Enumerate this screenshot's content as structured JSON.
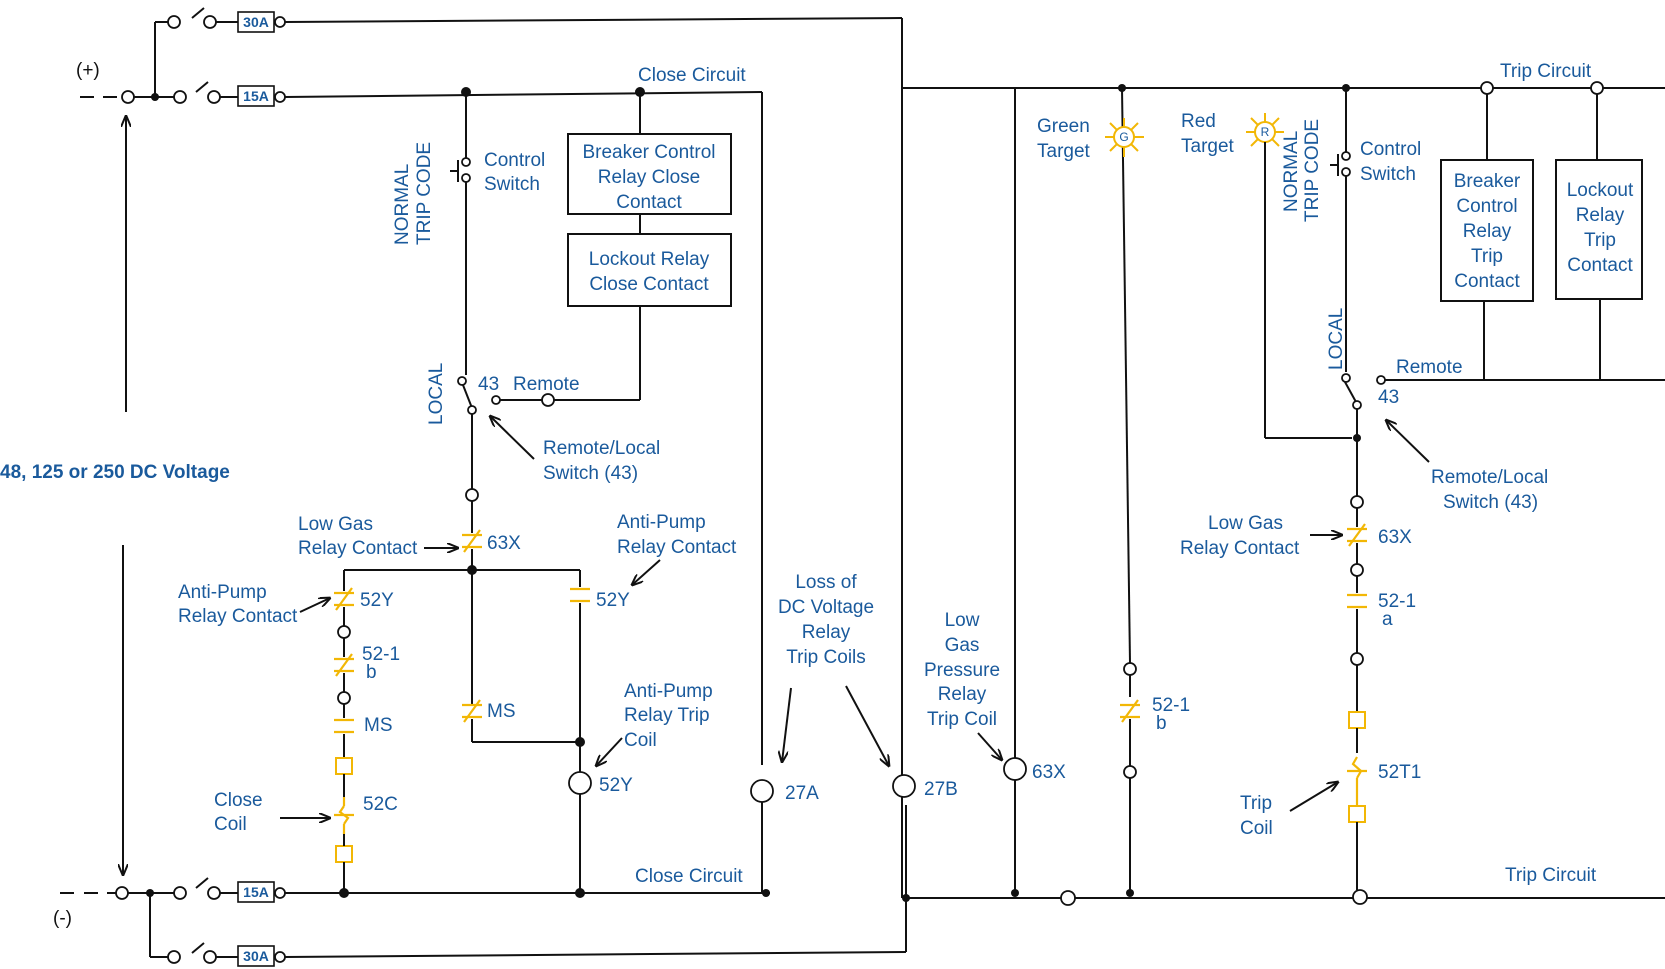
{
  "supply": {
    "plus": "(+)",
    "minus": "(-)",
    "voltage": "48, 125 or 250 DC Voltage",
    "fuse_30a": "30A",
    "fuse_15a": "15A"
  },
  "close_side": {
    "circuit_top": "Close Circuit",
    "circuit_bottom": "Close Circuit",
    "mode_normal": "NORMAL",
    "mode_trip_code": "TRIP CODE",
    "control_switch": [
      "Control",
      "Switch"
    ],
    "breaker_ctrl_close": [
      "Breaker Control",
      "Relay Close",
      "Contact"
    ],
    "lockout_close": [
      "Lockout Relay",
      "Close Contact"
    ],
    "local": "LOCAL",
    "n43": "43",
    "remote": "Remote",
    "remote_local": [
      "Remote/Local",
      "Switch (43)"
    ],
    "low_gas": [
      "Low Gas",
      "Relay Contact"
    ],
    "c63x": "63X",
    "anti_pump_left": [
      "Anti-Pump",
      "Relay Contact"
    ],
    "anti_pump_right": [
      "Anti-Pump",
      "Relay Contact"
    ],
    "c52y_left": "52Y",
    "c52y_right": "52Y",
    "c52_1": "52-1",
    "c52_1_sub": "b",
    "ms_left": "MS",
    "ms_mid": "MS",
    "close_coil": [
      "Close",
      "Coil"
    ],
    "c52c": "52C",
    "anti_pump_trip": [
      "Anti-Pump",
      "Relay Trip",
      "Coil"
    ],
    "coil_52y": "52Y"
  },
  "center": {
    "loss_dc": [
      "Loss of",
      "DC Voltage",
      "Relay",
      "Trip Coils"
    ],
    "coil_27a": "27A",
    "coil_27b": "27B",
    "low_gas_pressure": [
      "Low",
      "Gas",
      "Pressure",
      "Relay",
      "Trip Coil"
    ],
    "coil_63x": "63X"
  },
  "trip_side": {
    "circuit_top": "Trip Circuit",
    "circuit_bottom": "Trip Circuit",
    "green_target": [
      "Green",
      "Target"
    ],
    "green_letter": "G",
    "red_target": [
      "Red",
      "Target"
    ],
    "red_letter": "R",
    "c52_1": "52-1",
    "c52_1_sub": "b",
    "mode_normal": "NORMAL",
    "mode_trip_code": "TRIP CODE",
    "control_switch": [
      "Control",
      "Switch"
    ],
    "breaker_ctrl_trip": [
      "Breaker",
      "Control",
      "Relay",
      "Trip",
      "Contact"
    ],
    "lockout_trip": [
      "Lockout",
      "Relay",
      "Trip",
      "Contact"
    ],
    "local": "LOCAL",
    "remote": "Remote",
    "n43": "43",
    "remote_local": [
      "Remote/Local",
      "Switch (43)"
    ],
    "low_gas": [
      "Low Gas",
      "Relay Contact"
    ],
    "c63x": "63X",
    "c52_1a": "52-1",
    "c52_1a_sub": "a",
    "c52t1": "52T1",
    "trip_coil": [
      "Trip",
      "Coil"
    ]
  },
  "colors": {
    "label_blue": "#1a5a9c",
    "wire": "#111111",
    "component_yellow": "#f2b705"
  }
}
